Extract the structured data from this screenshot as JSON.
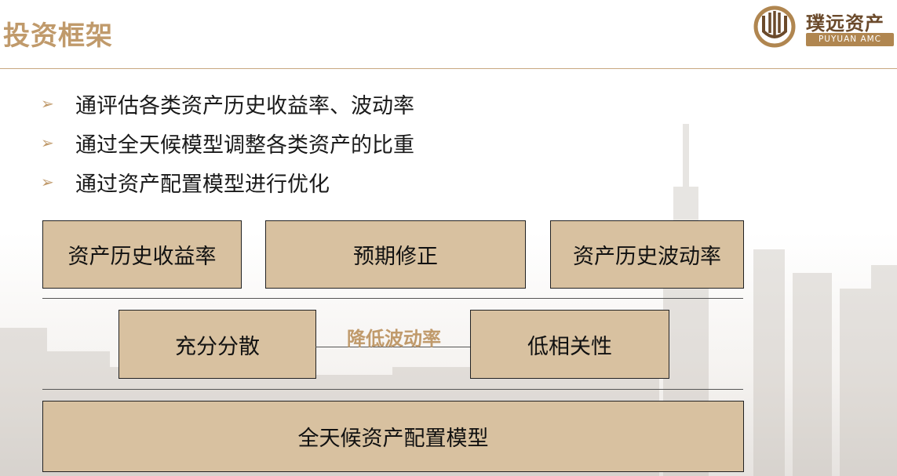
{
  "header": {
    "title": "投资框架",
    "logo_cn": "璞远资产",
    "logo_en": "PUYUAN AMC"
  },
  "bullets": [
    "通评估各类资产历史收益率、波动率",
    "通过全天候模型调整各类资产的比重",
    "通过资产配置模型进行优化"
  ],
  "diagram": {
    "row1": [
      "资产历史收益率",
      "预期修正",
      "资产历史波动率"
    ],
    "row2_left": "充分分散",
    "row2_label": "降低波动率",
    "row2_right": "低相关性",
    "row3": "全天候资产配置模型"
  },
  "colors": {
    "accent": "#c09a6b",
    "box_fill": "#d8c1a0",
    "logo_brown": "#6b4a2b"
  }
}
